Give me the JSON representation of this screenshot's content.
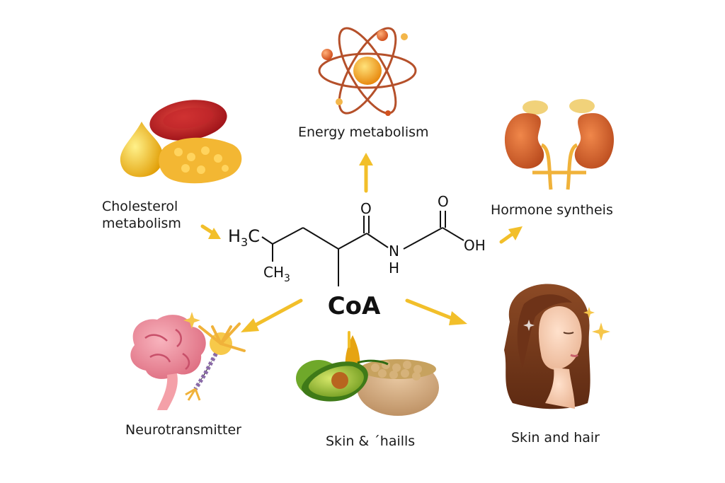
{
  "labels": {
    "energy": "Energy metabolism",
    "cholesterol_line1": "Cholesterol",
    "cholesterol_line2": "metabolism",
    "hormone": "Hormone syntheis",
    "neuro": "Neurotransmitter",
    "skin_nails": "Skin & ˊhaills",
    "skin_hair": "Skin and hair"
  },
  "molecule": {
    "center_label": "CoA",
    "h3c": "H",
    "h3c_sub": "3",
    "h3c_c": "C",
    "ch3": "CH",
    "ch3_sub": "3",
    "oxygen_left": "O",
    "oxygen_right": "O",
    "nitrogen": "N",
    "hydrogen": "H",
    "hydroxyl": "OH"
  },
  "colors": {
    "arrow": "#f2bf2a",
    "atom_orbit": "#b5502a",
    "atom_nucleus": "#f2a01a",
    "kidney": "#d9692e",
    "brain": "#f08a9a",
    "hair": "#7a3a1e"
  },
  "icons": [
    "atom-icon",
    "kidneys-icon",
    "blood-cell-fat-icon",
    "brain-neuron-icon",
    "avocado-nuts-icon",
    "woman-hair-icon"
  ]
}
